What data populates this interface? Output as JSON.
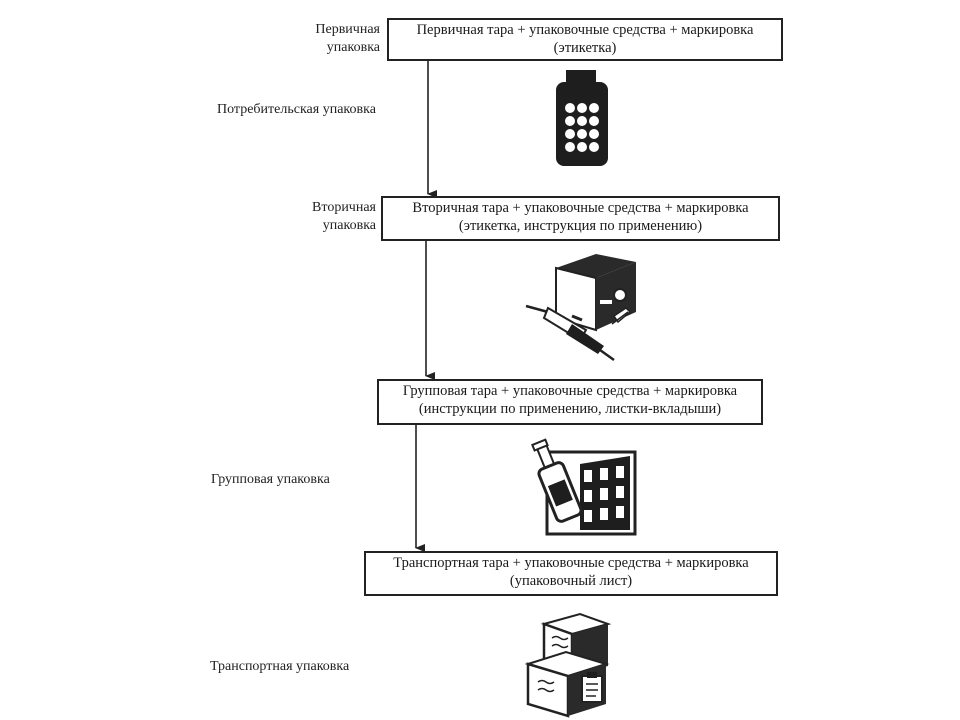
{
  "stages": [
    {
      "label_lines": [
        "Первичная",
        "упаковка"
      ],
      "box_lines": [
        "Первичная тара + упаковочные средства + маркировка",
        "(этикетка)"
      ],
      "icon": "jar-with-pills-icon"
    },
    {
      "label_lines": [
        "Вторичная",
        "упаковка"
      ],
      "box_lines": [
        "Вторичная тара + упаковочные средства + маркировка",
        "(этикетка, инструкция по применению)"
      ],
      "icon": "box-with-syringe-icon"
    },
    {
      "label_lines": [],
      "box_lines": [
        "Групповая тара + упаковочные средства + маркировка",
        "(инструкции по применению, листки-вкладыши)"
      ],
      "icon": "crate-with-bottles-icon"
    },
    {
      "label_lines": [],
      "box_lines": [
        "Транспортная тара + упаковочные средства + маркировка",
        "(упаковочный лист)"
      ],
      "icon": "stacked-cartons-icon"
    }
  ],
  "side_labels": {
    "consumer": "Потребительская упаковка",
    "group": "Групповая упаковка",
    "transport": "Транспортная упаковка"
  }
}
